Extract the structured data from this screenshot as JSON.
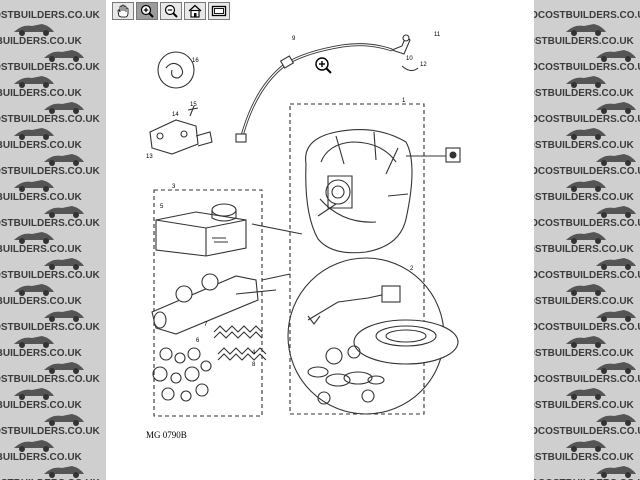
{
  "watermark": {
    "text": "LOCOSTBUILDERS.CO.UK",
    "color": "#3b3b3b"
  },
  "toolbar": {
    "buttons": [
      {
        "name": "hand-pan-button",
        "icon": "hand-icon"
      },
      {
        "name": "zoom-in-button",
        "icon": "zoom-in-icon",
        "active": true
      },
      {
        "name": "zoom-out-button",
        "icon": "zoom-out-icon"
      },
      {
        "name": "home-button",
        "icon": "home-icon"
      },
      {
        "name": "fit-window-button",
        "icon": "window-icon"
      }
    ]
  },
  "diagram": {
    "callouts": [
      "1",
      "2",
      "3",
      "4",
      "5",
      "6",
      "7",
      "8",
      "9",
      "10",
      "11",
      "12",
      "13",
      "14",
      "15",
      "16"
    ],
    "code": "MG 0790B"
  },
  "cursor": {
    "icon": "zoom-in-cursor-icon"
  }
}
